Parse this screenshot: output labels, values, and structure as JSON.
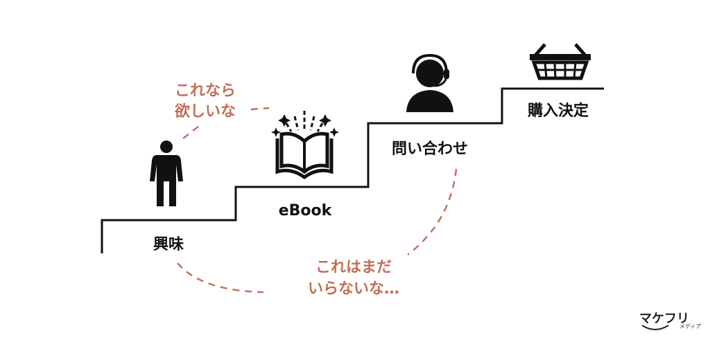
{
  "steps": [
    {
      "label": "興味",
      "icon": "person-icon"
    },
    {
      "label": "eBook",
      "icon": "open-book-icon"
    },
    {
      "label": "問い合わせ",
      "icon": "operator-headset-icon"
    },
    {
      "label": "購入決定",
      "icon": "shopping-basket-icon"
    }
  ],
  "thoughts": {
    "positive": [
      "これなら",
      "欲しいな"
    ],
    "negative": [
      "これはまだ",
      "いらないな…"
    ]
  },
  "logo": {
    "name": "マケフリ",
    "sub": "メディア"
  },
  "colors": {
    "accent": "#c0705a",
    "ink": "#111111"
  }
}
